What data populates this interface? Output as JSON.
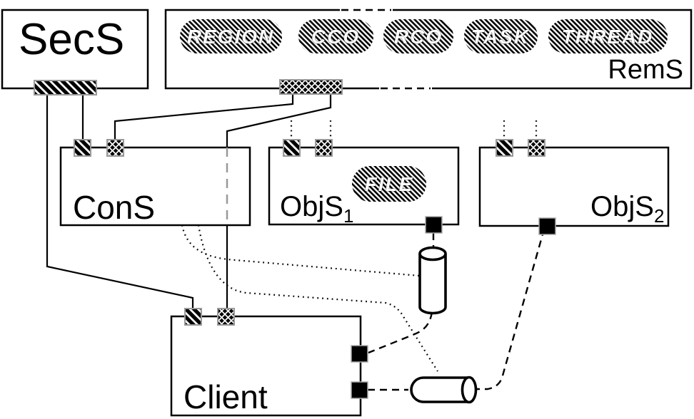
{
  "diagram": {
    "nodes": {
      "secs": {
        "label": "SecS"
      },
      "rems": {
        "label": "RemS",
        "kernel_objects": [
          "REGION",
          "CCO",
          "RCO",
          "TASK",
          "THREAD"
        ]
      },
      "cons": {
        "label": "ConS"
      },
      "objs1": {
        "label": "ObjS",
        "subscript": "1",
        "kernel_objects": [
          "FILE"
        ]
      },
      "objs2": {
        "label": "ObjS",
        "subscript": "2"
      },
      "client": {
        "label": "Client"
      }
    },
    "colors": {
      "line": "#000000",
      "background": "#ffffff",
      "pass_through_dash": "#999999"
    }
  }
}
